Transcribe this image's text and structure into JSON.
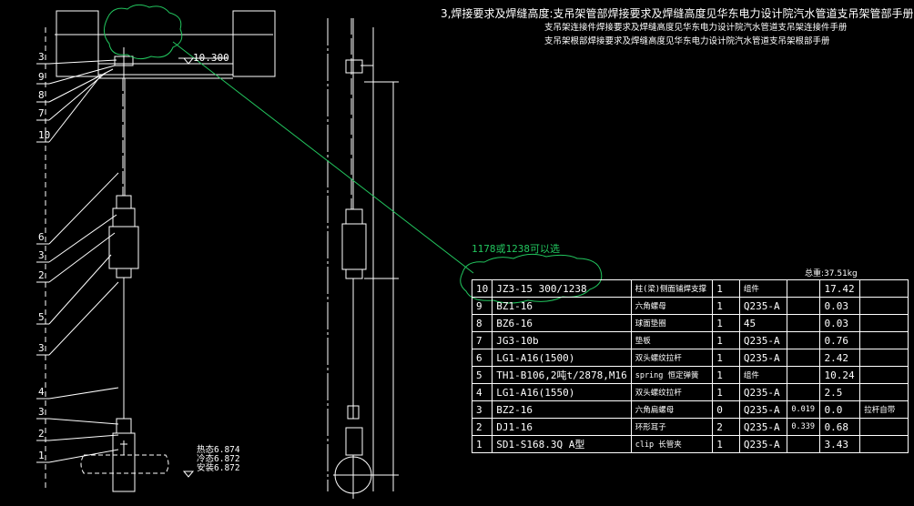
{
  "notes": {
    "line1": "3,焊接要求及焊缝高度:支吊架管部焊接要求及焊缝高度见华东电力设计院汽水管道支吊架管部手册",
    "line2": "支吊架连接件焊接要求及焊缝高度见华东电力设计院汽水管道支吊架连接件手册",
    "line3": "支吊架根部焊接要求及焊缝高度见华东电力设计院汽水管道支吊架根部手册"
  },
  "callout": "1178或1238可以选",
  "total_weight": "总重:37.51kg",
  "top_elevation": "10.300",
  "elevations": [
    "热态6.874",
    "冷态6.872",
    "安装6.872"
  ],
  "left_labels": [
    "3",
    "9",
    "8",
    "7",
    "10",
    "6",
    "3",
    "2",
    "5",
    "3",
    "4",
    "3",
    "2",
    "1"
  ],
  "bom": [
    {
      "no": "10",
      "code": "JZ3-15  300/1238",
      "name": "柱(梁)侧面铺焊支撑",
      "qty": "1",
      "mat": "组件",
      "unit": "",
      "total": "17.42",
      "remark": ""
    },
    {
      "no": "9",
      "code": "BZ1-16",
      "name": "六角螺母",
      "qty": "1",
      "mat": "Q235-A",
      "unit": "",
      "total": "0.03",
      "remark": ""
    },
    {
      "no": "8",
      "code": "BZ6-16",
      "name": "球面垫圈",
      "qty": "1",
      "mat": "45",
      "unit": "",
      "total": "0.03",
      "remark": ""
    },
    {
      "no": "7",
      "code": "JG3-10b",
      "name": "垫板",
      "qty": "1",
      "mat": "Q235-A",
      "unit": "",
      "total": "0.76",
      "remark": ""
    },
    {
      "no": "6",
      "code": "LG1-A16(1500)",
      "name": "双头螺纹拉杆",
      "qty": "1",
      "mat": "Q235-A",
      "unit": "",
      "total": "2.42",
      "remark": ""
    },
    {
      "no": "5",
      "code": "TH1-B106,2吨t/2878,M16",
      "name": "spring 恒定弹簧",
      "qty": "1",
      "mat": "组件",
      "unit": "",
      "total": "10.24",
      "remark": ""
    },
    {
      "no": "4",
      "code": "LG1-A16(1550)",
      "name": "双头螺纹拉杆",
      "qty": "1",
      "mat": "Q235-A",
      "unit": "",
      "total": "2.5",
      "remark": ""
    },
    {
      "no": "3",
      "code": "BZ2-16",
      "name": "六角扁螺母",
      "qty": "0",
      "mat": "Q235-A",
      "unit": "0.019",
      "total": "0.0",
      "remark": "拉杆自带"
    },
    {
      "no": "2",
      "code": "DJ1-16",
      "name": "环形耳子",
      "qty": "2",
      "mat": "Q235-A",
      "unit": "0.339",
      "total": "0.68",
      "remark": ""
    },
    {
      "no": "1",
      "code": "SD1-S168.3Q A型",
      "name": "clip 长管夹",
      "qty": "1",
      "mat": "Q235-A",
      "unit": "",
      "total": "3.43",
      "remark": ""
    }
  ],
  "colors": {
    "line": "#ffffff",
    "leader": "#22c55e",
    "bg": "#000000"
  }
}
